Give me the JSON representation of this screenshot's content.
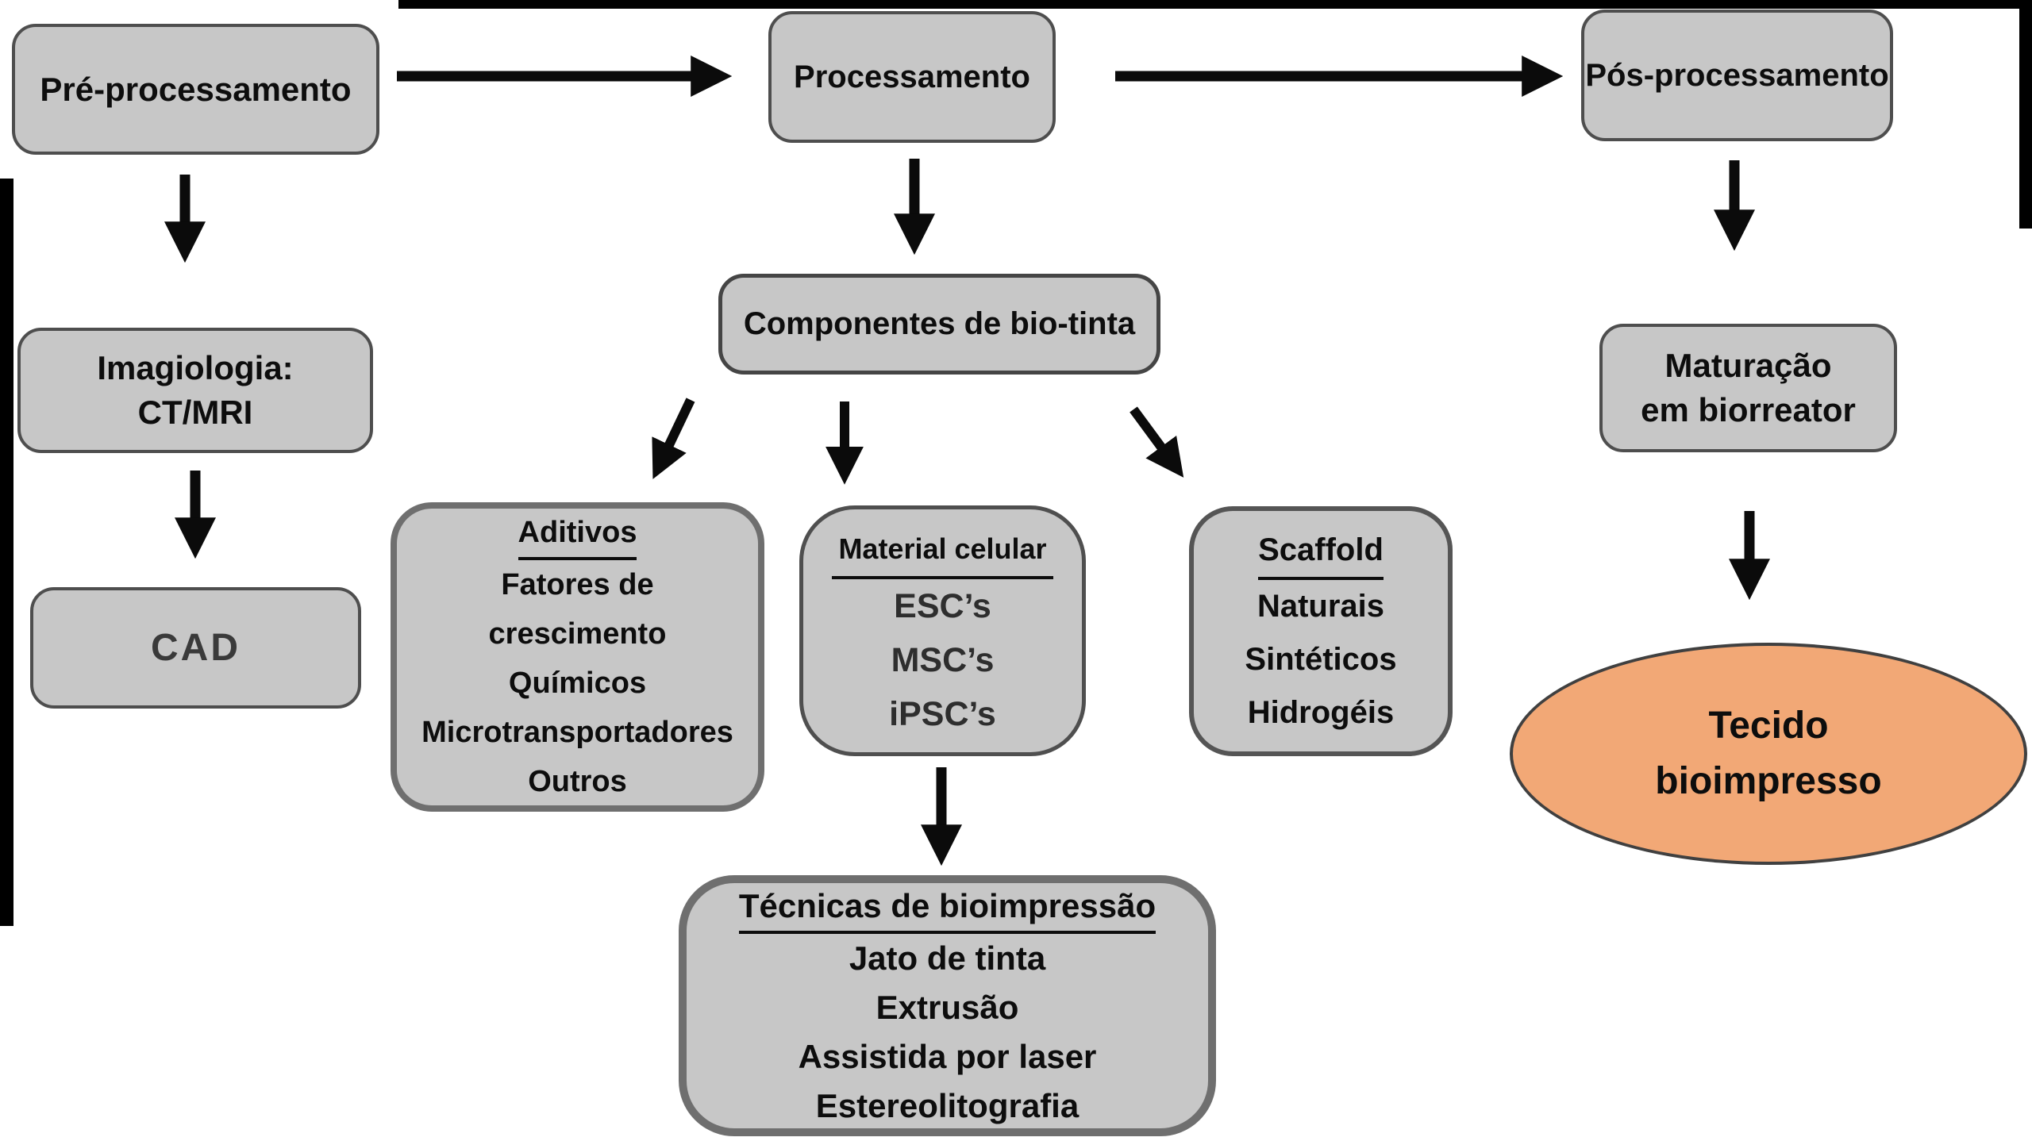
{
  "colors": {
    "node_fill": "#c7c7c7",
    "node_border_dark": "#4e4e4e",
    "node_border_gray": "#6f6f6f",
    "ellipse_fill": "#f2a876",
    "arrow": "#0b0b0b",
    "border_bar": "#000000"
  },
  "nodes": {
    "pre_processing": {
      "label": "Pré-processamento"
    },
    "processing": {
      "label": "Processamento"
    },
    "post_processing": {
      "label": "Pós-processamento"
    },
    "bioink_components": {
      "label": "Componentes de bio-tinta"
    },
    "imaging": {
      "lines": [
        "Imagiologia:",
        "CT/MRI"
      ]
    },
    "cad": {
      "label": "CAD"
    },
    "additives": {
      "heading": "Aditivos",
      "lines": [
        "Fatores de",
        "crescimento",
        "Químicos",
        "Microtransportadores",
        "Outros"
      ]
    },
    "cell_material": {
      "heading": "Material celular",
      "lines": [
        "ESC’s",
        "MSC’s",
        "iPSC’s"
      ]
    },
    "scaffold": {
      "heading": "Scaffold",
      "lines": [
        "Naturais",
        "Sintéticos",
        "Hidrogéis"
      ]
    },
    "bioprinting_techniques": {
      "heading": "Técnicas de bioimpressão",
      "lines": [
        "Jato de tinta",
        "Extrusão",
        "Assistida por laser",
        "Estereolitografia"
      ]
    },
    "bioreactor_maturation": {
      "lines": [
        "Maturação",
        "em biorreator"
      ]
    },
    "bioprinted_tissue": {
      "lines": [
        "Tecido",
        "bioimpresso"
      ]
    }
  }
}
